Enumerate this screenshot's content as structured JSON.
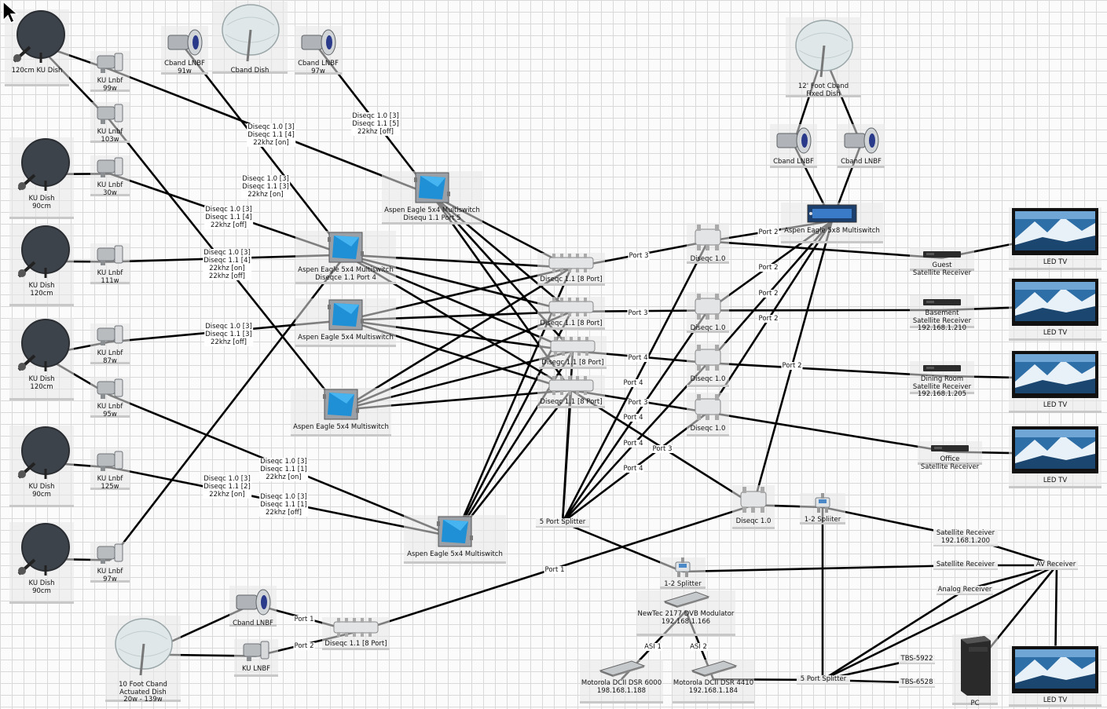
{
  "colors": {
    "edge": "#000000",
    "background": "#fbfbfb",
    "grid": "#d9d9d9",
    "screen": "#2f6fa8",
    "dish_dark": "#3d434a",
    "dish_light": "#dfe7e9"
  },
  "nodes": [
    {
      "id": "dish120ku",
      "kind": "dish-dark",
      "lines": [
        "120cm KU Dish"
      ]
    },
    {
      "id": "lnb99",
      "kind": "lnb-ku",
      "lines": [
        "KU Lnbf",
        "99w"
      ]
    },
    {
      "id": "lnb103",
      "kind": "lnb-ku",
      "lines": [
        "KU Lnbf",
        "103w"
      ]
    },
    {
      "id": "cb91",
      "kind": "lnb-c",
      "lines": [
        "Cband LNBF",
        "91w"
      ]
    },
    {
      "id": "cbanddish",
      "kind": "dish-light",
      "lines": [
        "Cband Dish"
      ]
    },
    {
      "id": "cb97",
      "kind": "lnb-c",
      "lines": [
        "Cband LNBF",
        "97w"
      ]
    },
    {
      "id": "dish90a",
      "kind": "dish-dark",
      "lines": [
        "KU Dish",
        "90cm"
      ]
    },
    {
      "id": "lnb30",
      "kind": "lnb-ku",
      "lines": [
        "KU Lnbf",
        "30w"
      ]
    },
    {
      "id": "dish120b",
      "kind": "dish-dark",
      "lines": [
        "KU Dish",
        "120cm"
      ]
    },
    {
      "id": "lnb111",
      "kind": "lnb-ku",
      "lines": [
        "KU Lnbf",
        "111w"
      ]
    },
    {
      "id": "dish120c",
      "kind": "dish-dark",
      "lines": [
        "KU Dish",
        "120cm"
      ]
    },
    {
      "id": "lnb87",
      "kind": "lnb-ku",
      "lines": [
        "KU Lnbf",
        "87w"
      ]
    },
    {
      "id": "lnb95",
      "kind": "lnb-ku",
      "lines": [
        "KU Lnbf",
        "95w"
      ]
    },
    {
      "id": "dish90b",
      "kind": "dish-dark",
      "lines": [
        "KU Dish",
        "90cm"
      ]
    },
    {
      "id": "lnb125",
      "kind": "lnb-ku",
      "lines": [
        "KU Lnbf",
        "125w"
      ]
    },
    {
      "id": "dish90c",
      "kind": "dish-dark",
      "lines": [
        "KU Dish",
        "90cm"
      ]
    },
    {
      "id": "lnb97",
      "kind": "lnb-ku",
      "lines": [
        "KU Lnbf",
        "97w"
      ]
    },
    {
      "id": "ms5",
      "kind": "multiswitch",
      "lines": [
        "Aspen Eagle 5x4 Multiswitch",
        "Disequ 1.1 Port 5"
      ]
    },
    {
      "id": "ms4",
      "kind": "multiswitch",
      "lines": [
        "Aspen Eagle 5x4 Multiswitch",
        "Diseqce 1.1 Port 4"
      ]
    },
    {
      "id": "msA",
      "kind": "multiswitch",
      "lines": [
        "Aspen Eagle 5x4 Multiswitch"
      ]
    },
    {
      "id": "msB",
      "kind": "multiswitch",
      "lines": [
        "Aspen Eagle 5x4 Multiswitch"
      ]
    },
    {
      "id": "msC",
      "kind": "multiswitch",
      "lines": [
        "Aspen Eagle 5x4 Multiswitch"
      ]
    },
    {
      "id": "d11a",
      "kind": "diseqc-wide",
      "lines": [
        "Diseqc 1.1 [8 Port]"
      ]
    },
    {
      "id": "d11b",
      "kind": "diseqc-wide",
      "lines": [
        "Diseqc 1.1 [8 Port]"
      ]
    },
    {
      "id": "d11c",
      "kind": "diseqc-wide",
      "lines": [
        "Disegc 1.1 [8 Port]"
      ]
    },
    {
      "id": "d11d",
      "kind": "diseqc-wide",
      "lines": [
        "Diseqc 1.1 [8 Port]"
      ]
    },
    {
      "id": "d10a",
      "kind": "diseqc",
      "lines": [
        "Diseqc 1.0"
      ]
    },
    {
      "id": "d10b",
      "kind": "diseqc",
      "lines": [
        "Diseqc 1.0"
      ]
    },
    {
      "id": "d10c",
      "kind": "diseqc",
      "lines": [
        "Diseqc 1.0"
      ]
    },
    {
      "id": "d10d",
      "kind": "diseqc",
      "lines": [
        "Diseqc 1.0"
      ]
    },
    {
      "id": "d10e",
      "kind": "diseqc",
      "lines": [
        "Diseqc 1.0"
      ]
    },
    {
      "id": "dish12",
      "kind": "dish-light",
      "lines": [
        "12' Foot Cband",
        "Fixed Dish"
      ]
    },
    {
      "id": "cbR1",
      "kind": "lnb-c",
      "lines": [
        "Cband LNBF"
      ]
    },
    {
      "id": "cbR2",
      "kind": "lnb-c",
      "lines": [
        "Cband LNBF"
      ]
    },
    {
      "id": "ms58",
      "kind": "multiswitch-wide",
      "lines": [
        "Aspen Eagle 5x8 Multiswitch"
      ]
    },
    {
      "id": "guest",
      "kind": "receiver",
      "lines": [
        "Guest",
        "Satellite Receiver"
      ]
    },
    {
      "id": "basement",
      "kind": "receiver",
      "lines": [
        "Basement",
        "Satellite Receiver",
        "192.168.1.210"
      ]
    },
    {
      "id": "dining",
      "kind": "receiver",
      "lines": [
        "Dining Room",
        "Satellite Receiver",
        "192.168.1.205"
      ]
    },
    {
      "id": "office",
      "kind": "receiver",
      "lines": [
        "Office",
        "Satellite Receiver"
      ]
    },
    {
      "id": "tv1",
      "kind": "tv",
      "lines": [
        "LED TV"
      ]
    },
    {
      "id": "tv2",
      "kind": "tv",
      "lines": [
        "LED TV"
      ]
    },
    {
      "id": "tv3",
      "kind": "tv",
      "lines": [
        "LED TV"
      ]
    },
    {
      "id": "tv4",
      "kind": "tv",
      "lines": [
        "LED TV"
      ]
    },
    {
      "id": "tv5",
      "kind": "tv",
      "lines": [
        "LED TV"
      ]
    },
    {
      "id": "split5a",
      "kind": "text",
      "lines": [
        "5 Port Splitter"
      ]
    },
    {
      "id": "split12a",
      "kind": "splitter",
      "lines": [
        "1-2 Spliiter"
      ]
    },
    {
      "id": "split12b",
      "kind": "splitter",
      "lines": [
        "1-2 Splitter"
      ]
    },
    {
      "id": "satrx200",
      "kind": "text",
      "lines": [
        "Satellite Receiver",
        "192.168.1.200"
      ]
    },
    {
      "id": "satrx",
      "kind": "text",
      "lines": [
        "Satellite Receiver"
      ]
    },
    {
      "id": "analog",
      "kind": "text",
      "lines": [
        "Analog Receiver"
      ]
    },
    {
      "id": "avrx",
      "kind": "text",
      "lines": [
        "AV Receiver"
      ]
    },
    {
      "id": "newtec",
      "kind": "rack",
      "lines": [
        "NewTec 2177 DVB Modulator",
        "192.168.1.166"
      ]
    },
    {
      "id": "moto6000",
      "kind": "rack",
      "lines": [
        "Motorola DCII DSR 6000",
        "198.168.1.188"
      ]
    },
    {
      "id": "moto4410",
      "kind": "rack",
      "lines": [
        "Motorola DCII DSR 4410",
        "192.168.1.184"
      ]
    },
    {
      "id": "split5b",
      "kind": "text",
      "lines": [
        "5 Port Splitter"
      ]
    },
    {
      "id": "tbs5922",
      "kind": "text",
      "lines": [
        "TBS-5922"
      ]
    },
    {
      "id": "tbs6528",
      "kind": "text",
      "lines": [
        "TBS-6528"
      ]
    },
    {
      "id": "pc",
      "kind": "pc",
      "lines": [
        "PC"
      ]
    },
    {
      "id": "dish10",
      "kind": "dish-light",
      "lines": [
        "10 Foot Cband",
        "Actuated Dish",
        "20w - 139w"
      ]
    },
    {
      "id": "cbBot",
      "kind": "lnb-c",
      "lines": [
        "Cband LNBF"
      ]
    },
    {
      "id": "kuBot",
      "kind": "lnb-ku",
      "lines": [
        "KU LNBF"
      ]
    },
    {
      "id": "d11bot",
      "kind": "diseqc-wide",
      "lines": [
        "Diseqc 1.1 [8 Port]"
      ]
    }
  ],
  "edge_labels": [
    {
      "id": "e1",
      "lines": [
        "Diseqc 1.0 [3]",
        "Diseqc 1.1 [4]",
        "22khz [on]"
      ]
    },
    {
      "id": "e2",
      "lines": [
        "Diseqc 1.0 [3]",
        "Diseqc 1.1 [5]",
        "22khz [off]"
      ]
    },
    {
      "id": "e3",
      "lines": [
        "Diseqc 1.0 [3]",
        "Diseqc 1.1 [3]",
        "22khz [on]"
      ]
    },
    {
      "id": "e4",
      "lines": [
        "Diseqc 1.0 [3]",
        "Diseqc 1.1 [4]",
        "22khz [off]"
      ]
    },
    {
      "id": "e5",
      "lines": [
        "Diseqc 1.0 [3]",
        "Diseqc 1.1 [4]",
        "22khz [on]",
        "22khz [off]"
      ]
    },
    {
      "id": "e6",
      "lines": [
        "Diseqc 1.0 [3]",
        "Diseqc 1.1 [3]",
        "22khz [off]"
      ]
    },
    {
      "id": "e7",
      "lines": [
        "Diseqc 1.0 [3]",
        "Diseqc 1.1 [1]",
        "22khz [on]"
      ]
    },
    {
      "id": "e8",
      "lines": [
        "Diseqc 1.0 [3]",
        "Diseqc 1.1 [2]",
        "22khz [on]"
      ]
    },
    {
      "id": "e9",
      "lines": [
        "Diseqc 1.0 [3]",
        "Diseqc 1.1 [1]",
        "22khz [off]"
      ]
    },
    {
      "id": "p1",
      "lines": [
        "Port 3"
      ]
    },
    {
      "id": "p2",
      "lines": [
        "Port 3"
      ]
    },
    {
      "id": "p3",
      "lines": [
        "Port 4"
      ]
    },
    {
      "id": "p4",
      "lines": [
        "Port 4"
      ]
    },
    {
      "id": "p5",
      "lines": [
        "Port 3"
      ]
    },
    {
      "id": "p6",
      "lines": [
        "Port 4"
      ]
    },
    {
      "id": "p7",
      "lines": [
        "Port 4"
      ]
    },
    {
      "id": "p8",
      "lines": [
        "Port 3"
      ]
    },
    {
      "id": "p9",
      "lines": [
        "Port 4"
      ]
    },
    {
      "id": "p10",
      "lines": [
        "Port 2"
      ]
    },
    {
      "id": "p11",
      "lines": [
        "Port 2"
      ]
    },
    {
      "id": "p12",
      "lines": [
        "Port 2"
      ]
    },
    {
      "id": "p13",
      "lines": [
        "Port 2"
      ]
    },
    {
      "id": "p14",
      "lines": [
        "Port 2"
      ]
    },
    {
      "id": "p15",
      "lines": [
        "Port 1"
      ]
    },
    {
      "id": "p16",
      "lines": [
        "Port 1"
      ]
    },
    {
      "id": "p17",
      "lines": [
        "Port 2"
      ]
    },
    {
      "id": "asi1",
      "lines": [
        "ASI 1"
      ]
    },
    {
      "id": "asi2",
      "lines": [
        "ASI 2"
      ]
    }
  ]
}
